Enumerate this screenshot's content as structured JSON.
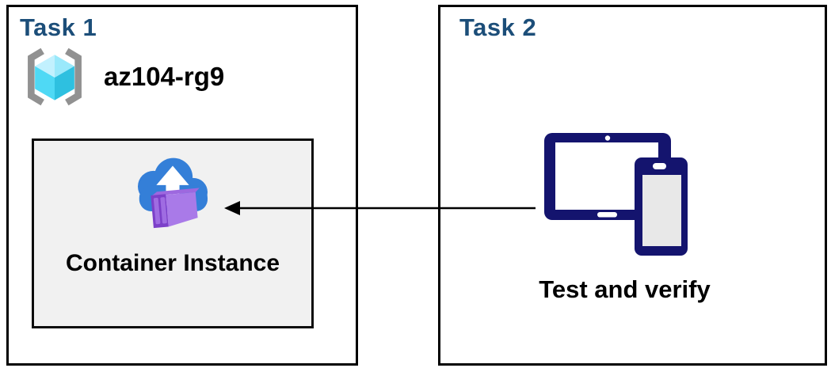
{
  "task1": {
    "title": "Task 1",
    "resource_group_name": "az104-rg9",
    "container_label": "Container Instance"
  },
  "task2": {
    "title": "Task 2",
    "devices_label": "Test and verify"
  },
  "icons": {
    "resource_group": "azure-resource-group (gray brackets with cyan cube)",
    "container_instance": "blue cloud with white up-arrow and purple shipping container",
    "devices": "navy tablet and smartphone"
  },
  "arrow": {
    "from": "task2-devices",
    "to": "task1-container-instance",
    "direction": "left"
  },
  "colors": {
    "title_text": "#1C4E79",
    "body_text": "#000000",
    "box_border": "#000000",
    "inner_box_fill": "#F1F1F1",
    "bracket_gray": "#919191",
    "cube_cyan_top": "#A9EBFC",
    "cube_cyan_left": "#4FD9F5",
    "cube_cyan_right": "#2EC0E0",
    "cloud_blue": "#347FD8",
    "container_purple_front": "#7C40C9",
    "container_purple_panel": "#9F6CE2",
    "container_purple_side": "#A97AE8",
    "device_navy": "#14146E",
    "phone_screen_gray": "#E8E8E8"
  }
}
